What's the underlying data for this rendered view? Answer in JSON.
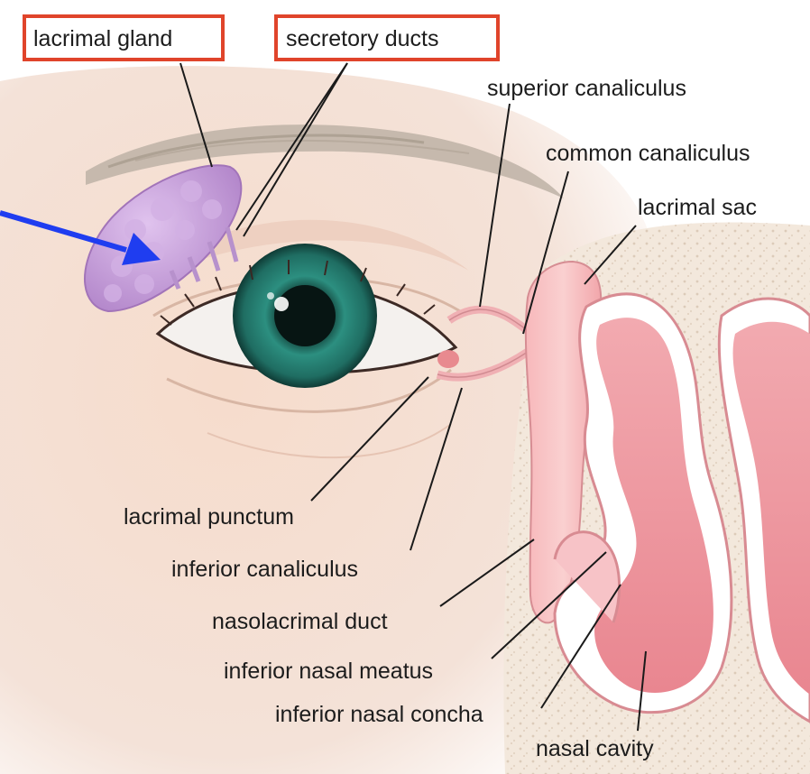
{
  "labels": {
    "lacrimal_gland": "lacrimal gland",
    "secretory_ducts": "secretory ducts",
    "superior_canaliculus": "superior canaliculus",
    "common_canaliculus": "common canaliculus",
    "lacrimal_sac": "lacrimal sac",
    "lacrimal_punctum": "lacrimal punctum",
    "inferior_canaliculus": "inferior canaliculus",
    "nasolacrimal_duct": "nasolacrimal duct",
    "inferior_nasal_meatus": "inferior nasal meatus",
    "inferior_nasal_concha": "inferior nasal concha",
    "nasal_cavity": "nasal cavity"
  },
  "colors": {
    "highlight_box": "#e0442b",
    "pointer_arrow": "#1f3df0",
    "gland": "#c59ad8",
    "nasal_tissue": "#f3a8ad",
    "iris": "#2c8f80"
  }
}
